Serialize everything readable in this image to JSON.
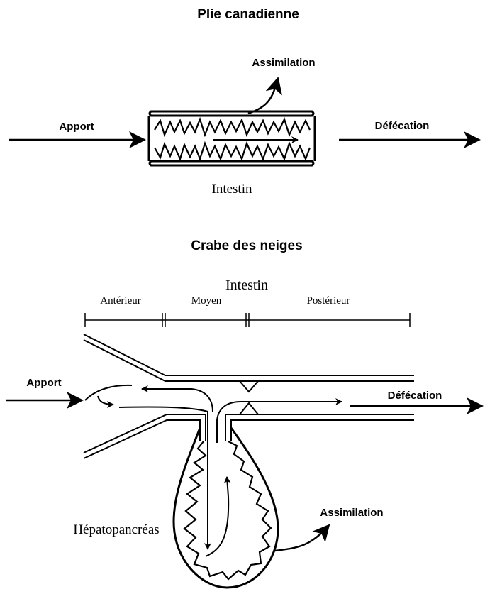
{
  "plaice": {
    "title": "Plie canadienne",
    "input_label": "Apport",
    "assimilation_label": "Assimilation",
    "defecation_label": "Défécation",
    "intestine_label": "Intestin"
  },
  "crab": {
    "title": "Crabe des neiges",
    "intestine_label": "Intestin",
    "segments": [
      "Antérieur",
      "Moyen",
      "Postérieur"
    ],
    "input_label": "Apport",
    "defecation_label": "Défécation",
    "assimilation_label": "Assimilation",
    "hepatopancreas_label": "Hépatopancréas"
  },
  "colors": {
    "ink": "#000000",
    "background": "#ffffff"
  }
}
